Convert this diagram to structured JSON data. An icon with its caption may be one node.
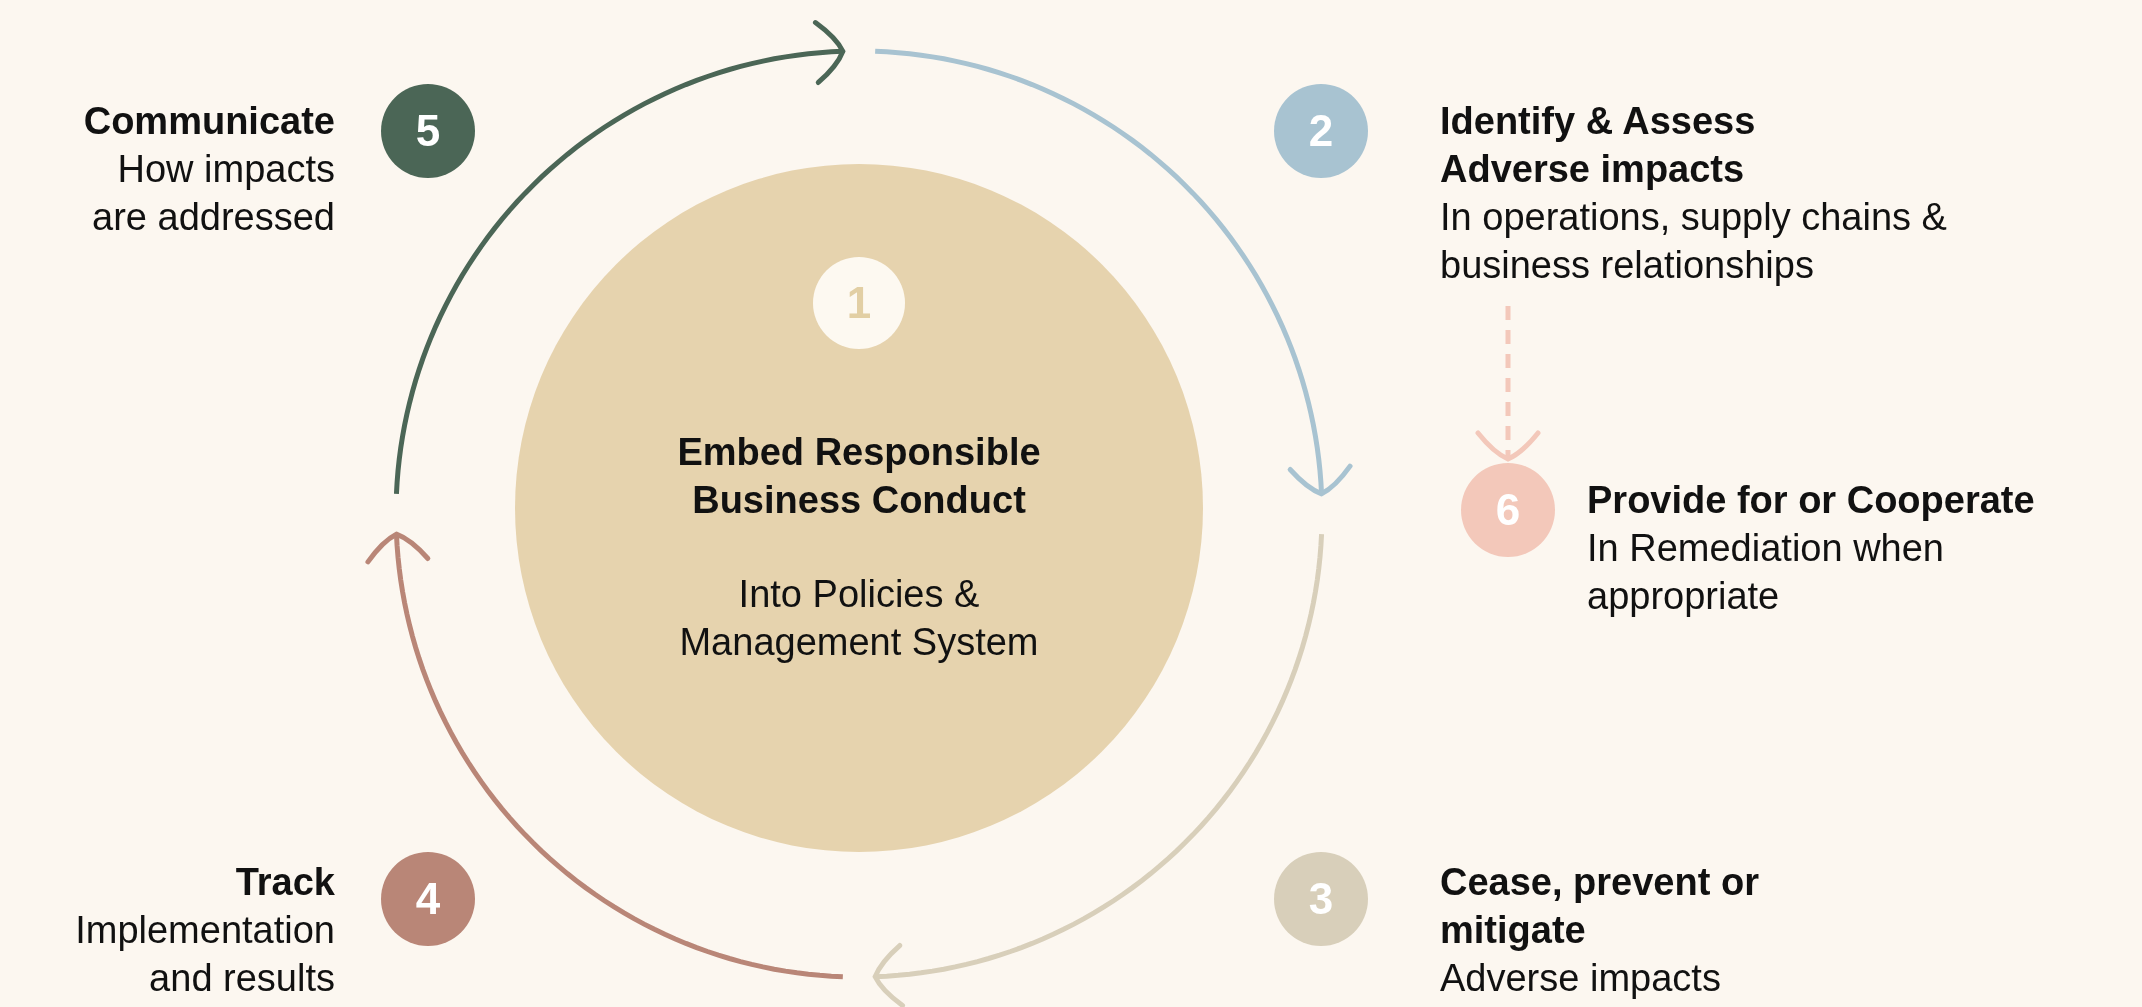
{
  "diagram": {
    "nodes": [
      {
        "text": [
          "Communicate",
          "How impacts are addressed",
          "5"
        ]
      },
      {
        "text": [
          "2",
          "Identify & Assess Adverse impacts",
          "In operations, supply chains & business relationships"
        ]
      },
      {
        "text": [
          "1",
          "Embed Responsible Business Conduct",
          "Into Policies & Management System"
        ]
      },
      {
        "text": [
          "6",
          "Provide for or Cooperate",
          "In Remediation when appropriate"
        ]
      },
      {
        "text": [
          "Track",
          "Implementation and results",
          "4"
        ]
      },
      {
        "text": [
          "3",
          "Cease, prevent or mitigate",
          "Adverse impacts"
        ]
      }
    ],
    "edges": [
      {
        "from": 1,
        "to": 3,
        "arrow": "to",
        "style": "dashed",
        "color": "#f3c8ba"
      }
    ]
  }
}
